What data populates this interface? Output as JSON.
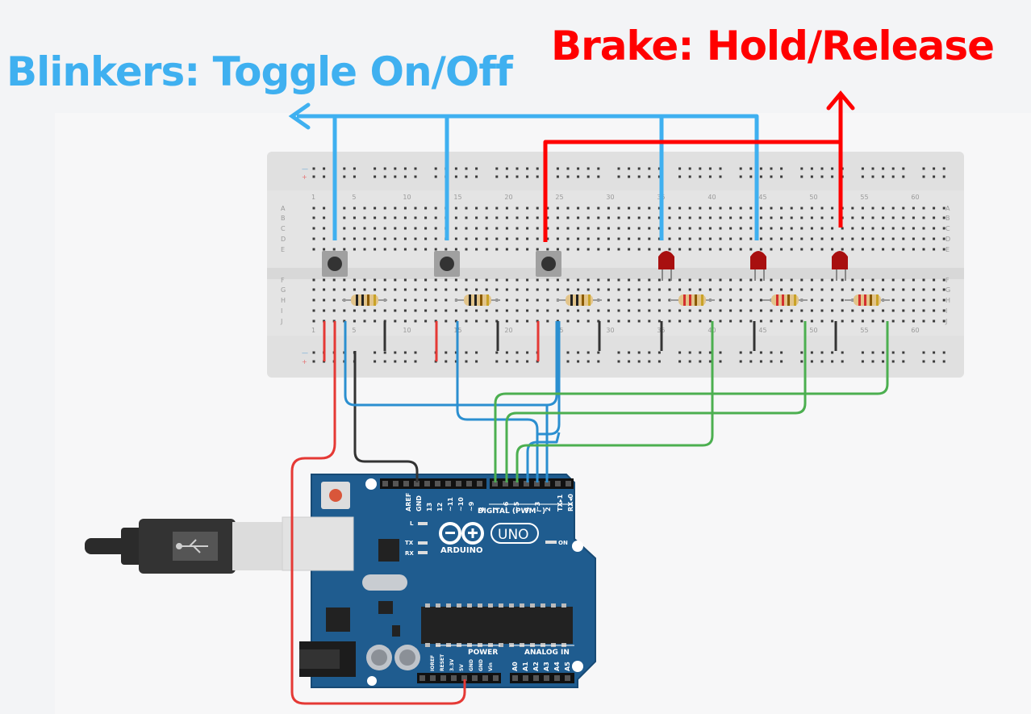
{
  "annotations": {
    "blinkers": "Blinkers: Toggle On/Off",
    "brake": "Brake: Hold/Release"
  },
  "colors": {
    "blinkers": "#3fb0f0",
    "brake": "#ff0000",
    "board": "#1f5c8f",
    "wire_red": "#e53935",
    "wire_blue": "#2b8fd0",
    "wire_black": "#333333",
    "wire_green": "#4caf50"
  },
  "breadboard": {
    "column_numbers": [
      "1",
      "5",
      "10",
      "15",
      "20",
      "25",
      "30",
      "35",
      "40",
      "45",
      "50",
      "55",
      "60"
    ],
    "top_rows": [
      "A",
      "B",
      "C",
      "D",
      "E"
    ],
    "bottom_rows": [
      "F",
      "G",
      "H",
      "I",
      "J"
    ]
  },
  "arduino": {
    "brand": "ARDUINO",
    "model": "UNO",
    "digital_label": "DIGITAL (PWM~)",
    "power_label": "POWER",
    "analog_label": "ANALOG IN",
    "on_label": "ON",
    "led_labels": [
      "L",
      "TX",
      "RX"
    ],
    "digital_pins": [
      "AREF",
      "GND",
      "13",
      "12",
      "~11",
      "~10",
      "~9",
      "8",
      "7",
      "~6",
      "~5",
      "4",
      "~3",
      "2",
      "TX▸1",
      "RX◂0"
    ],
    "power_pins": [
      "IOREF",
      "RESET",
      "3.3V",
      "5V",
      "GND",
      "GND",
      "Vin"
    ],
    "analog_pins": [
      "A0",
      "A1",
      "A2",
      "A3",
      "A4",
      "A5"
    ]
  },
  "icons": [
    "arrow-left-icon",
    "arrow-up-icon",
    "usb-icon",
    "reset-button"
  ]
}
